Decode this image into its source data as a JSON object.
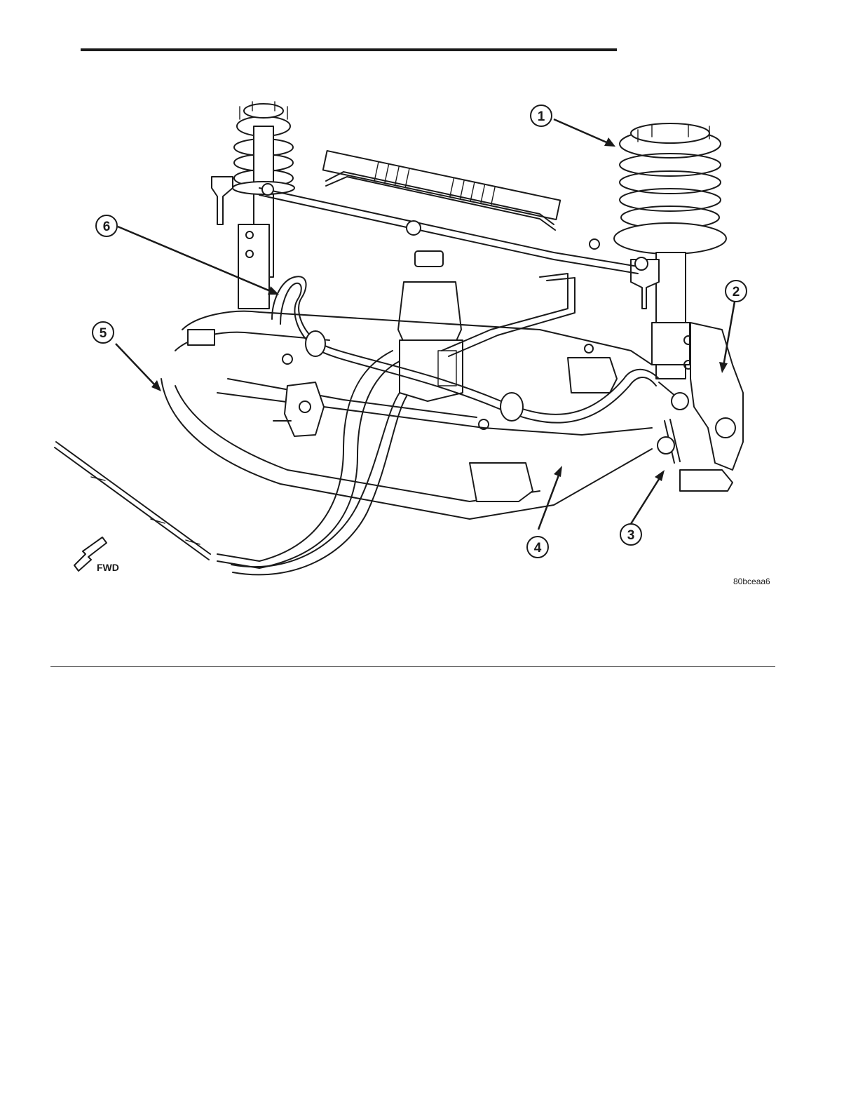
{
  "figure": {
    "code": "80bceaa6",
    "direction_label": "FWD",
    "callouts": [
      {
        "number": "1"
      },
      {
        "number": "2"
      },
      {
        "number": "3"
      },
      {
        "number": "4"
      },
      {
        "number": "5"
      },
      {
        "number": "6"
      }
    ]
  }
}
